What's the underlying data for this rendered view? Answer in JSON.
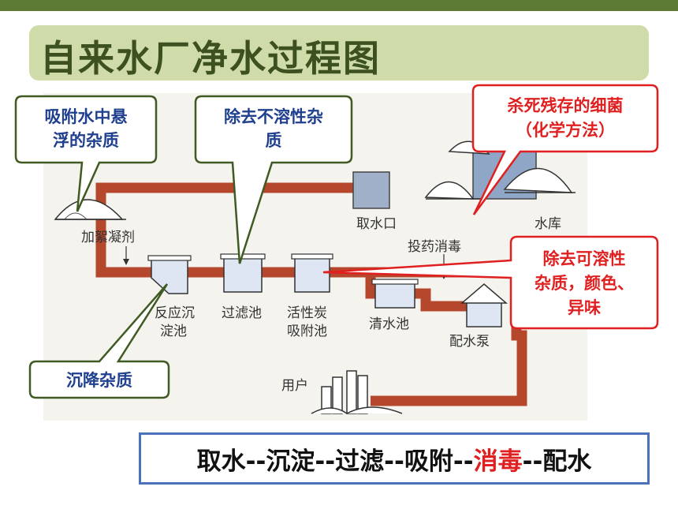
{
  "title": "自来水厂净水过程图",
  "callouts": {
    "adsorb_suspended": [
      "吸附水中悬",
      "浮的杂质"
    ],
    "remove_insoluble": [
      "除去不溶性杂",
      "质"
    ],
    "kill_bacteria": [
      "杀死残存的细菌",
      "（化学方法）"
    ],
    "remove_soluble": [
      "除去可溶性",
      "杂质，颜色、",
      "异味"
    ],
    "settle_impurities": "沉降杂质"
  },
  "labels": {
    "coagulant": "加絮凝剂",
    "intake": "取水口",
    "reservoir": "水库",
    "disinfect": "投药消毒",
    "reaction_tank": [
      "反应沉",
      "淀池"
    ],
    "filter_tank": "过滤池",
    "carbon_tank": [
      "活性炭",
      "吸附池"
    ],
    "clear_tank": "清水池",
    "pump": "配水泵",
    "users": "用户"
  },
  "process": {
    "parts": [
      "取水--沉淀--过滤--吸附--",
      "消毒",
      "--配水"
    ]
  },
  "colors": {
    "pipe": "#b5472c",
    "title_bg": "#cfdcaa",
    "callout_border_green": "#3f5a22",
    "callout_border_red": "#e02020",
    "process_border": "#4a72b8"
  }
}
